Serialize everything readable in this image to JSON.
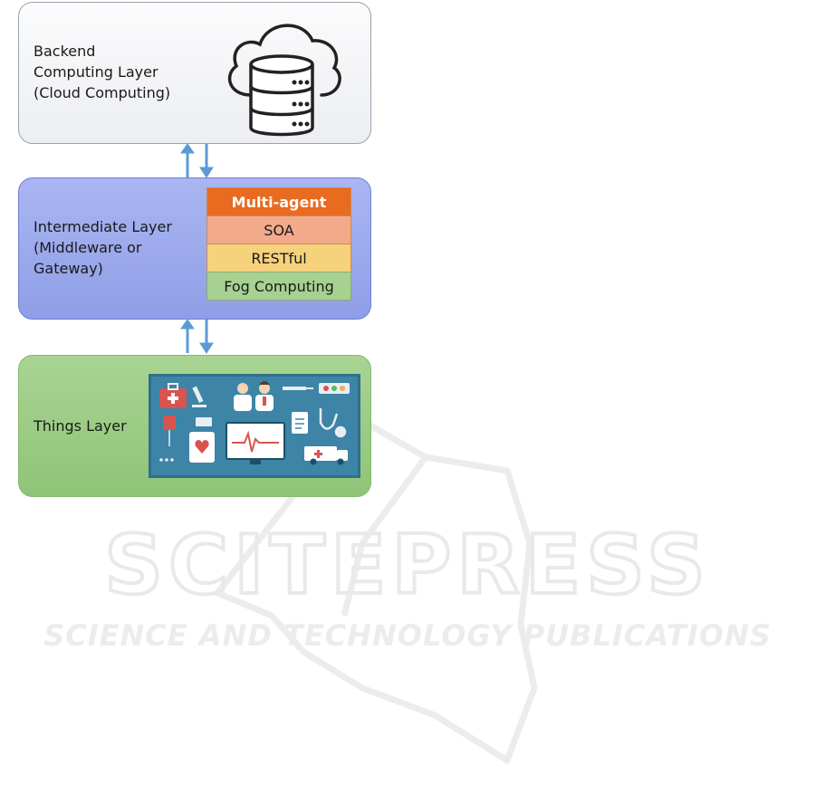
{
  "layers": {
    "backend": {
      "label": "Backend\nComputing Layer\n(Cloud Computing)"
    },
    "intermediate": {
      "label": "Intermediate Layer\n(Middleware or\nGateway)",
      "stack": [
        "Multi-agent",
        "SOA",
        "RESTful",
        "Fog Computing"
      ]
    },
    "things": {
      "label": "Things Layer"
    }
  },
  "watermark": {
    "title": "SCITEPRESS",
    "subtitle": "SCIENCE AND TECHNOLOGY PUBLICATIONS"
  },
  "icons": [
    "cloud-database-icon",
    "arrow-up-icon",
    "arrow-down-icon",
    "healthcare-devices-illustration"
  ],
  "colors": {
    "backend_fill": "#eceef1",
    "intermediate_fill": "#98a6ea",
    "things_fill": "#97c97f",
    "multi_agent": "#e86b1f",
    "soa": "#f2aa8b",
    "restful": "#f7d27c",
    "fog": "#a6d191",
    "arrow": "#5b9bd5"
  }
}
